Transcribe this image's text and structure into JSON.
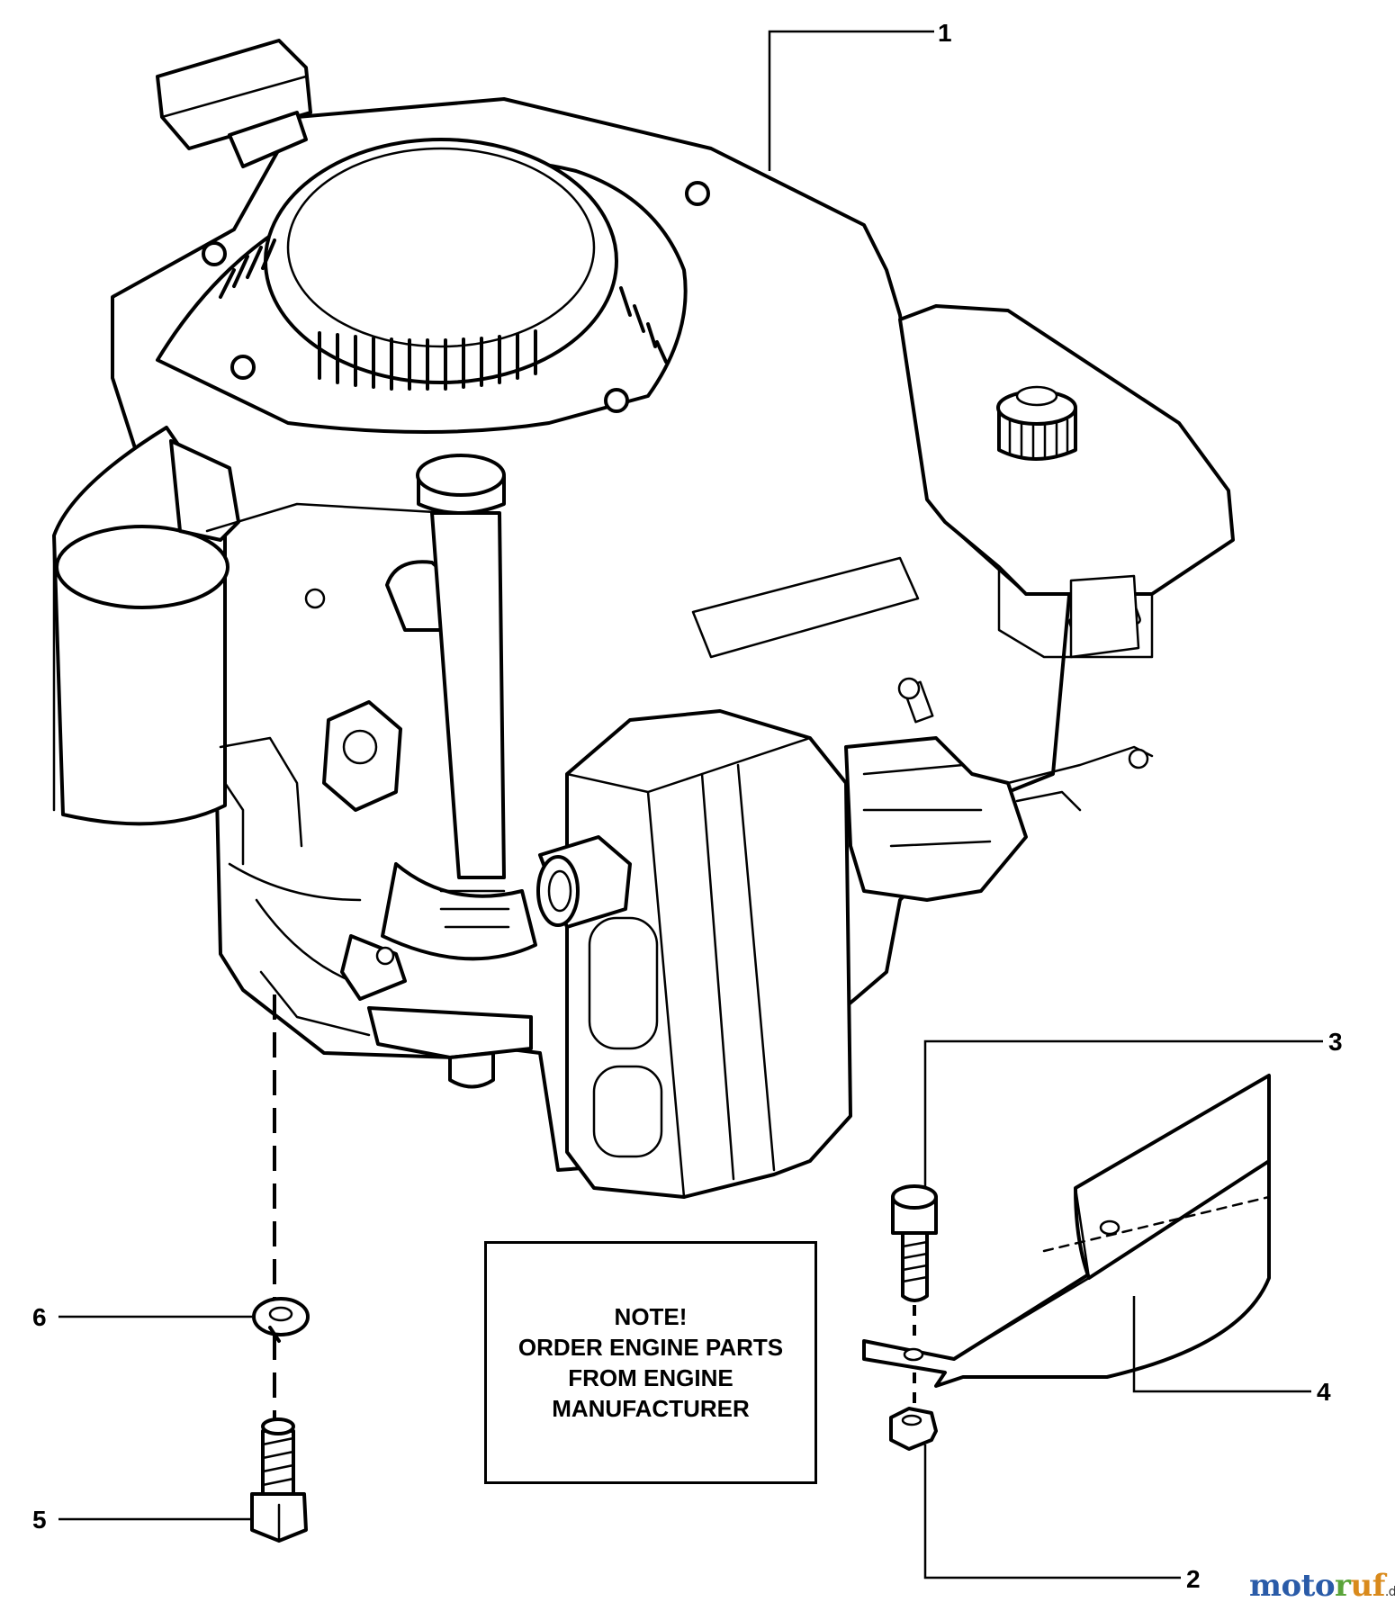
{
  "diagram": {
    "subject": "engine assembly",
    "callouts": [
      {
        "number": "1",
        "part": "engine"
      },
      {
        "number": "2",
        "part": "nut"
      },
      {
        "number": "3",
        "part": "bolt"
      },
      {
        "number": "4",
        "part": "shield"
      },
      {
        "number": "5",
        "part": "bolt"
      },
      {
        "number": "6",
        "part": "lock washer"
      }
    ]
  },
  "note": {
    "lines": [
      "NOTE!",
      "ORDER ENGINE PARTS",
      "FROM ENGINE",
      "MANUFACTURER"
    ]
  },
  "watermark": {
    "parts": [
      "moto",
      "r",
      "uf",
      ".de"
    ]
  }
}
